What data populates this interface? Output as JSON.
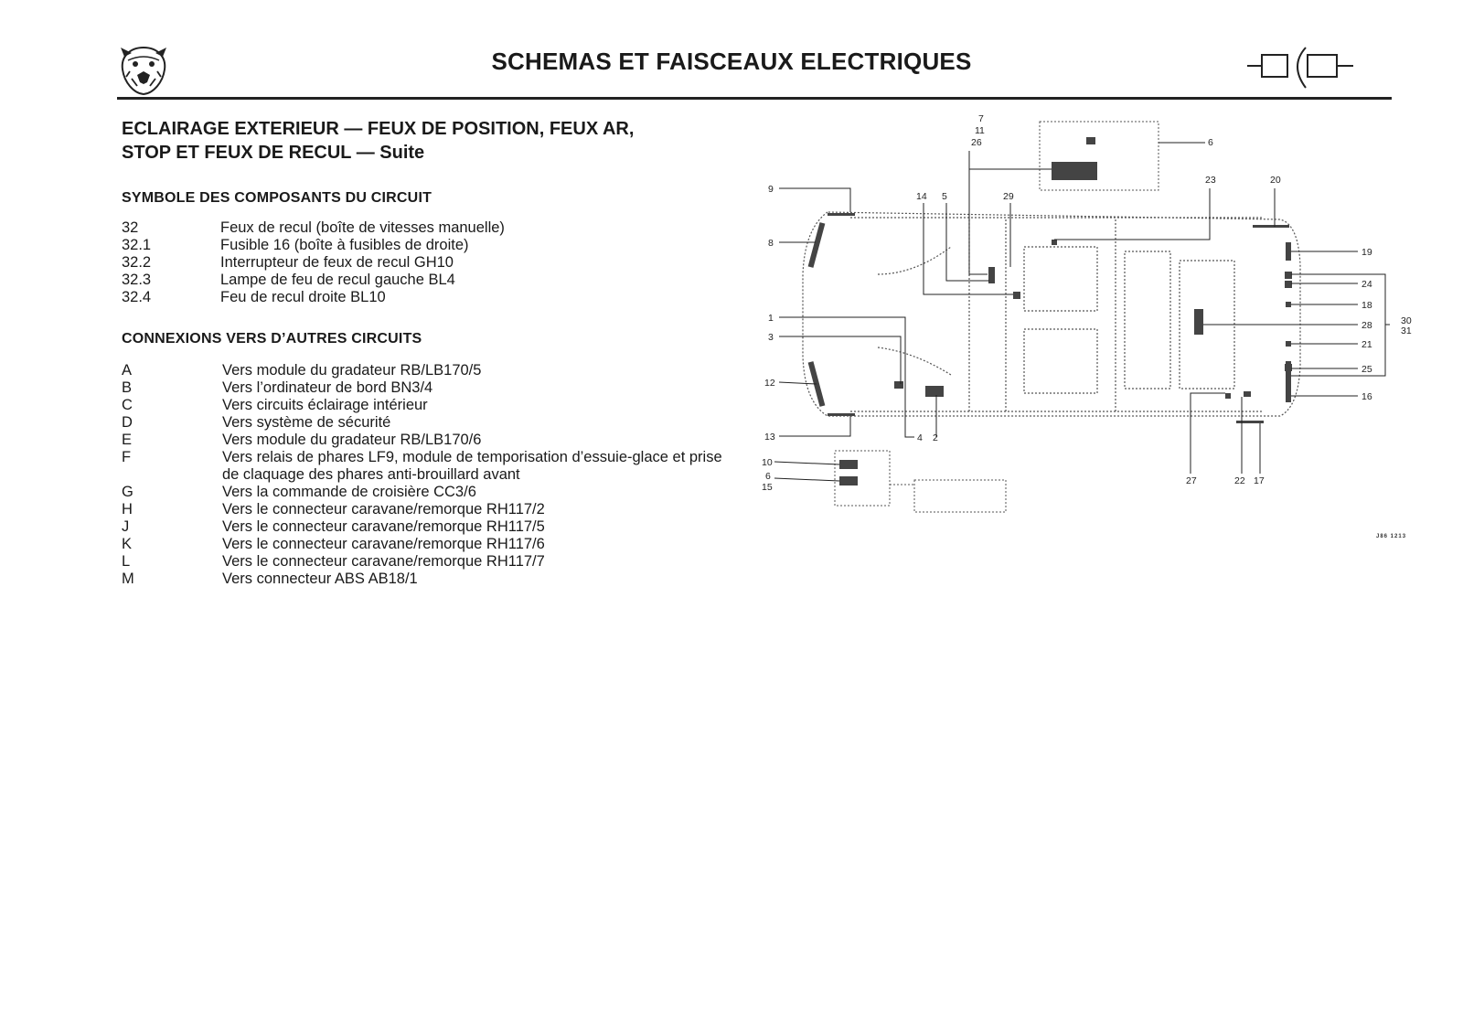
{
  "header": {
    "title": "SCHEMAS ET FAISCEAUX ELECTRIQUES",
    "logo_icon": "jaguar-head-icon",
    "connector_icon": "connector-symbol-icon"
  },
  "section": {
    "title_line1": "ECLAIRAGE EXTERIEUR — FEUX DE POSITION, FEUX AR,",
    "title_line2": "STOP ET FEUX DE RECUL — Suite"
  },
  "components": {
    "heading": "SYMBOLE DES COMPOSANTS DU CIRCUIT",
    "items": [
      {
        "code": "32",
        "desc": "Feux de recul (boîte de vitesses manuelle)"
      },
      {
        "code": "32.1",
        "desc": "Fusible 16 (boîte à fusibles de droite)"
      },
      {
        "code": "32.2",
        "desc": "Interrupteur de feux de recul GH10"
      },
      {
        "code": "32.3",
        "desc": "Lampe de feu de recul gauche BL4"
      },
      {
        "code": "32.4",
        "desc": "Feu de recul droite BL10"
      }
    ]
  },
  "connections": {
    "heading": "CONNEXIONS VERS D’AUTRES CIRCUITS",
    "items": [
      {
        "code": "A",
        "desc": "Vers module du gradateur RB/LB170/5"
      },
      {
        "code": "B",
        "desc": "Vers l’ordinateur de bord BN3/4"
      },
      {
        "code": "C",
        "desc": "Vers circuits éclairage intérieur"
      },
      {
        "code": "D",
        "desc": "Vers système de sécurité"
      },
      {
        "code": "E",
        "desc": "Vers module du gradateur RB/LB170/6"
      },
      {
        "code": "F",
        "desc": "Vers relais de phares LF9, module de temporisation d’essuie-glace et prise de claquage des phares anti-brouillard avant"
      },
      {
        "code": "G",
        "desc": "Vers la commande de croisière CC3/6"
      },
      {
        "code": "H",
        "desc": "Vers le connecteur caravane/remorque RH117/2"
      },
      {
        "code": "J",
        "desc": "Vers le connecteur caravane/remorque RH117/5"
      },
      {
        "code": "K",
        "desc": "Vers le connecteur caravane/remorque RH117/6"
      },
      {
        "code": "L",
        "desc": "Vers le connecteur caravane/remorque RH117/7"
      },
      {
        "code": "M",
        "desc": "Vers connecteur ABS AB18/1"
      }
    ]
  },
  "diagram": {
    "labels": {
      "l1": "1",
      "l2": "2",
      "l3": "3",
      "l4": "4",
      "l5": "5",
      "l6": "6",
      "l6b": "6",
      "l7": "7",
      "l8": "8",
      "l9": "9",
      "l10": "10",
      "l11": "11",
      "l12": "12",
      "l13": "13",
      "l14": "14",
      "l15": "15",
      "l16": "16",
      "l17": "17",
      "l18": "18",
      "l19": "19",
      "l20": "20",
      "l21": "21",
      "l22": "22",
      "l23": "23",
      "l24": "24",
      "l25": "25",
      "l26": "26",
      "l27": "27",
      "l28": "28",
      "l29": "29",
      "l30": "30",
      "l31": "31"
    },
    "reference": "J86 1213"
  }
}
